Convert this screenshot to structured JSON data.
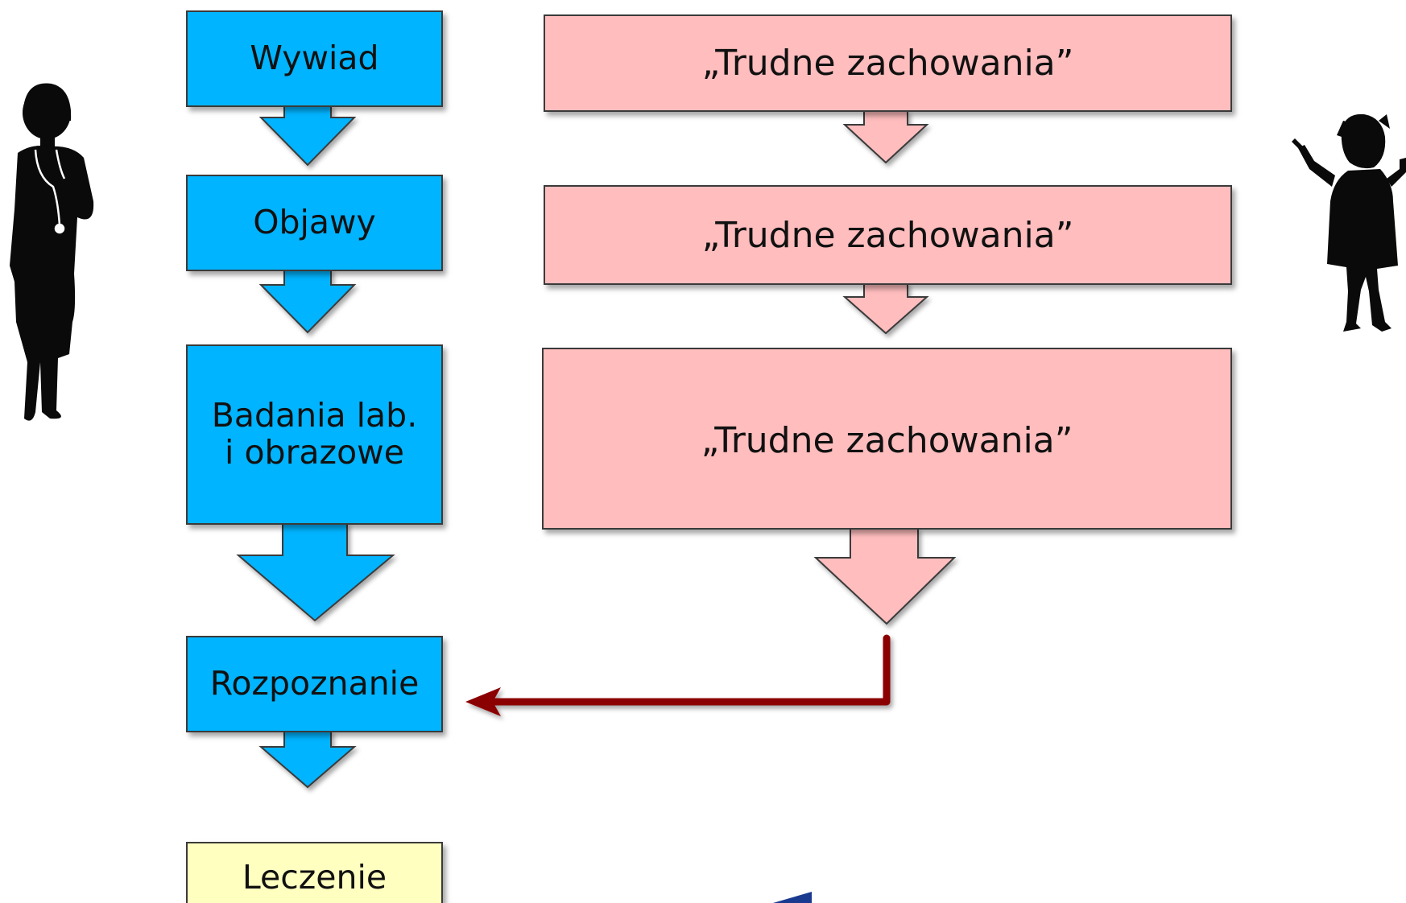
{
  "left_column": {
    "wywiad": "Wywiad",
    "objawy": "Objawy",
    "badania": "Badania lab.\ni obrazowe",
    "rozpoznanie": "Rozpoznanie",
    "leczenie": "Leczenie"
  },
  "right_column": {
    "behavior_1": "„Trudne zachowania”",
    "behavior_2": "„Trudne zachowania”",
    "behavior_3": "„Trudne zachowania”"
  },
  "colors": {
    "step_blue": "#00b4ff",
    "behavior_pink": "#ffbdbe",
    "treatment_yellow": "#ffffc0",
    "link_arrow_red": "#8b0000",
    "partial_shape_navy": "#1a3a8f"
  },
  "figures": {
    "left": "doctor-silhouette",
    "right": "child-silhouette"
  }
}
